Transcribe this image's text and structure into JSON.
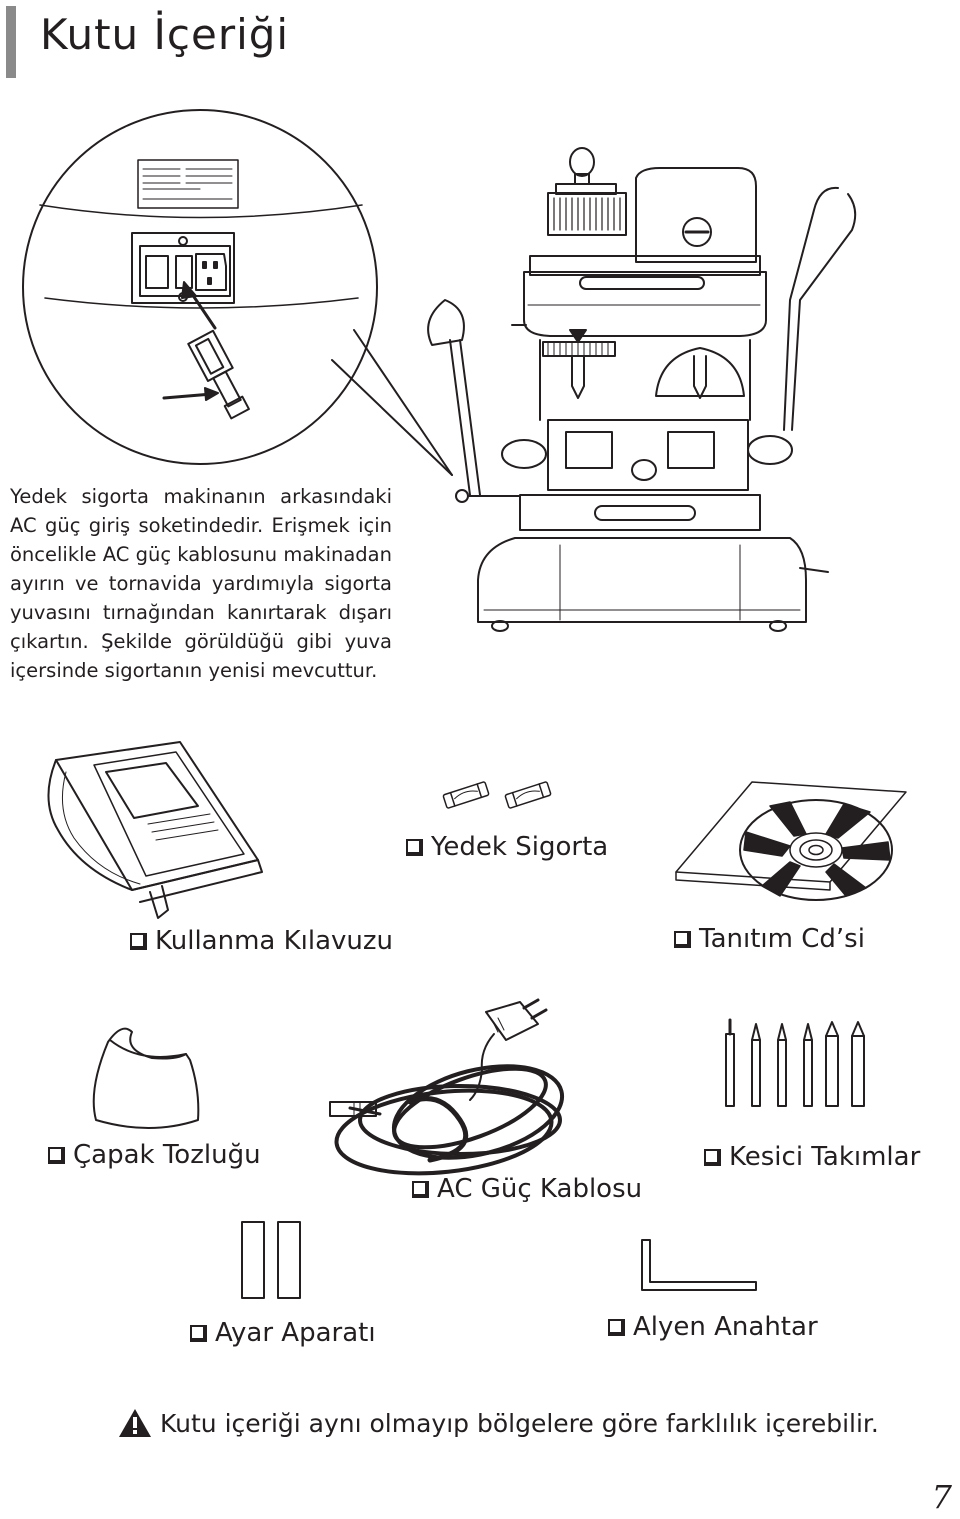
{
  "page": {
    "title": "Kutu İçeriği",
    "intro_text": "Yedek sigorta makinanın arkasındaki AC güç giriş soketindedir. Erişmek için öncelikle AC güç kablosunu makinadan ayırın ve tornavida yardımıyla sigorta yuvasını tırnağından kanırtarak dışarı çıkartın. Şekilde görüldüğü gibi yuva içersinde sigortanın yenisi mevcuttur.",
    "page_number": "7"
  },
  "items": {
    "manual": "Kullanma Kılavuzu",
    "fuse": "Yedek Sigorta",
    "cd": "Tanıtım Cd’si",
    "dust_cover": "Çapak Tozluğu",
    "power_cable": "AC Güç Kablosu",
    "cutters": "Kesici Takımlar",
    "adjuster": "Ayar Aparatı",
    "hex_key": "Alyen Anahtar"
  },
  "note": {
    "text": "Kutu içeriği aynı olmayıp bölgelere göre farklılık içerebilir.",
    "icon": "warning-triangle-icon"
  }
}
